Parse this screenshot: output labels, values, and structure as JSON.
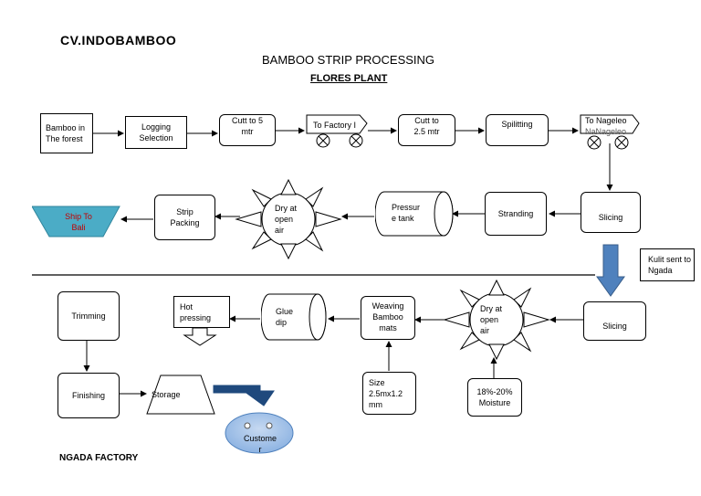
{
  "header": {
    "company": "CV.INDOBAMBOO",
    "title": "BAMBOO STRIP PROCESSING",
    "subtitle": "FLORES PLANT"
  },
  "flores": {
    "bamboo_forest": "Bamboo in The forest",
    "logging": "Logging Selection",
    "cutt5": "Cutt to 5 mtr",
    "truck1": "To Factory I",
    "cutt25": "Cutt to 2.5 mtr",
    "splitting": "Spilitting",
    "truck2": "To Nageleo",
    "truck2_ghost": "NaNageleo",
    "slicing": "Slicing",
    "stranding": "Stranding",
    "pressure_tank": "Pressur e tank",
    "dry": "Dry at open air",
    "strip_packing": "Strip Packing",
    "ship": "Ship To Bali"
  },
  "transfer": {
    "kulit": "Kulit sent to Ngada"
  },
  "ngada": {
    "slicing": "Slicing",
    "dry": "Dry at open air",
    "moisture": "18%-20% Moisture",
    "weaving": "Weaving Bamboo mats",
    "size": "Size 2.5mx1.2 mm",
    "glue_dip": "Glue dip",
    "hot_pressing": "Hot pressing",
    "trimming": "Trimming",
    "finishing": "Finishing",
    "storage": "Storage",
    "customer": "Custome r",
    "footer": "NGADA FACTORY"
  },
  "colors": {
    "ship_fill": "#4bacc6",
    "ship_text": "#c00000",
    "arrow_blue": "#4f81bd",
    "arrow_dark": "#1f497d",
    "customer_fill": "#8db3e2"
  }
}
